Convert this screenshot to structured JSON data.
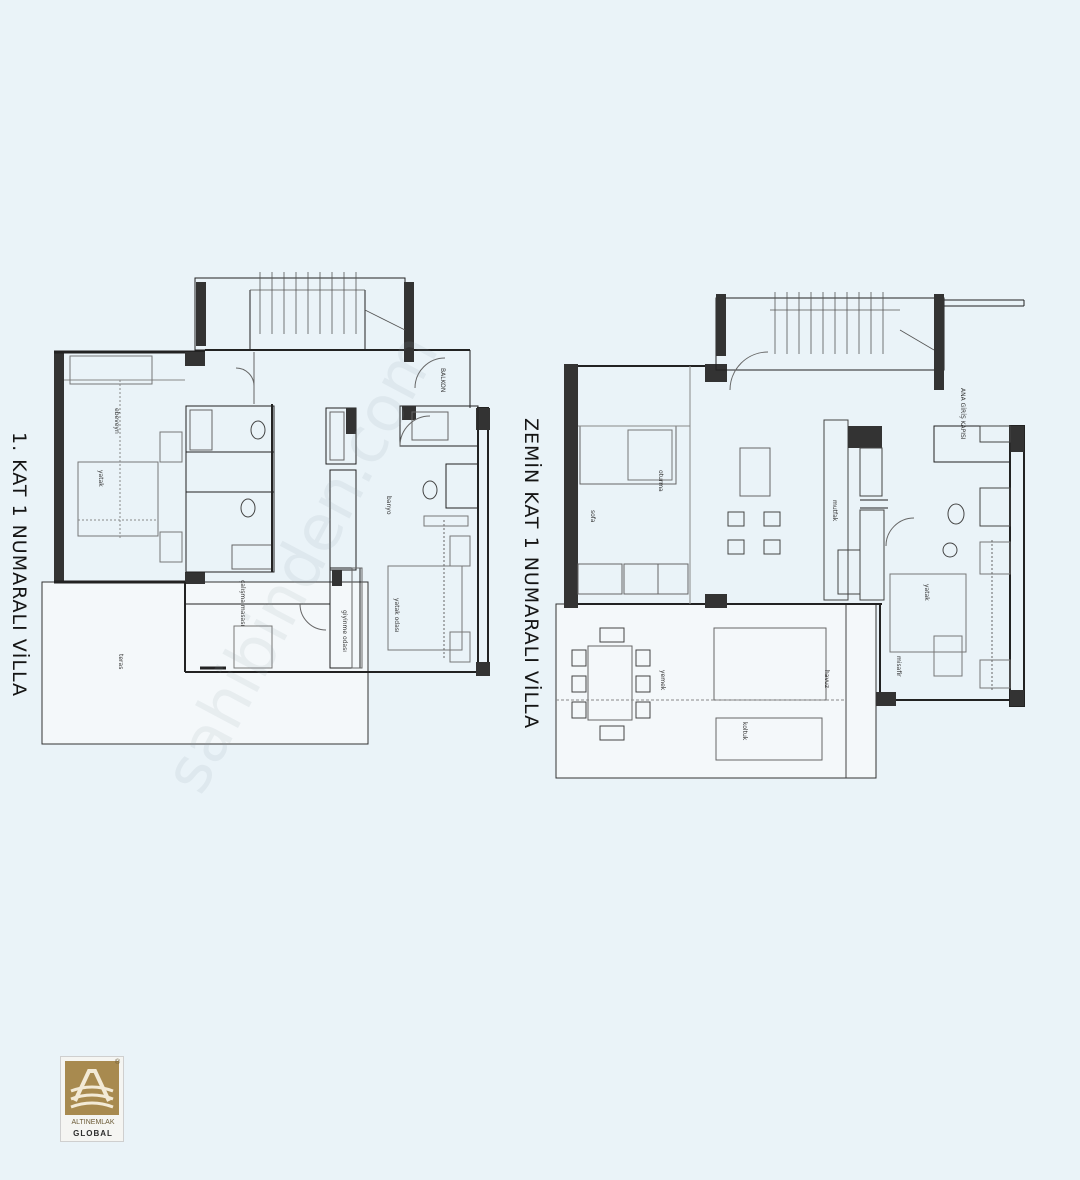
{
  "plans": [
    {
      "title": "1. KAT 1 NUMARALI VİLLA",
      "labels": [
        "BALKON",
        "teras",
        "yatak",
        "yatak odası",
        "giyinme odası",
        "çalışma masası",
        "ebeveyn",
        "banyo"
      ]
    },
    {
      "title": "ZEMİN KAT 1 NUMARALI VİLLA",
      "labels": [
        "ANA GİRİŞ KAPISI",
        "oturma",
        "yemek",
        "mutfak",
        "yatak",
        "sofa",
        "koltuk",
        "misafir",
        "havuz"
      ]
    }
  ],
  "watermark": "sahibinden.com",
  "logo": {
    "name": "ALTINEMLAK",
    "sub": "GLOBAL",
    "reg": "®"
  },
  "colors": {
    "background": "#eaf3f8",
    "line": "#222222",
    "logo": "#a88a4f"
  }
}
